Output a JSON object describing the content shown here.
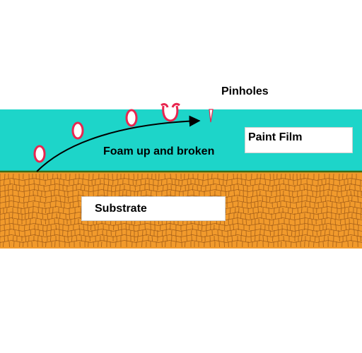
{
  "labels": {
    "pinholes": "Pinholes",
    "paint_film": "Paint Film",
    "foam": "Foam up and broken",
    "substrate": "Substrate"
  },
  "colors": {
    "paint_film": "#1dd5c9",
    "substrate": "#f19a2c",
    "substrate_grain": "#8a4a12",
    "interface": "#3b6b14",
    "bubble": "#e8264f",
    "arrow": "#000000"
  },
  "icons": {
    "bubble": "bubble-icon",
    "broken_bubble": "broken-bubble-icon",
    "pinhole": "pinhole-icon",
    "arrow": "arrow-icon"
  }
}
